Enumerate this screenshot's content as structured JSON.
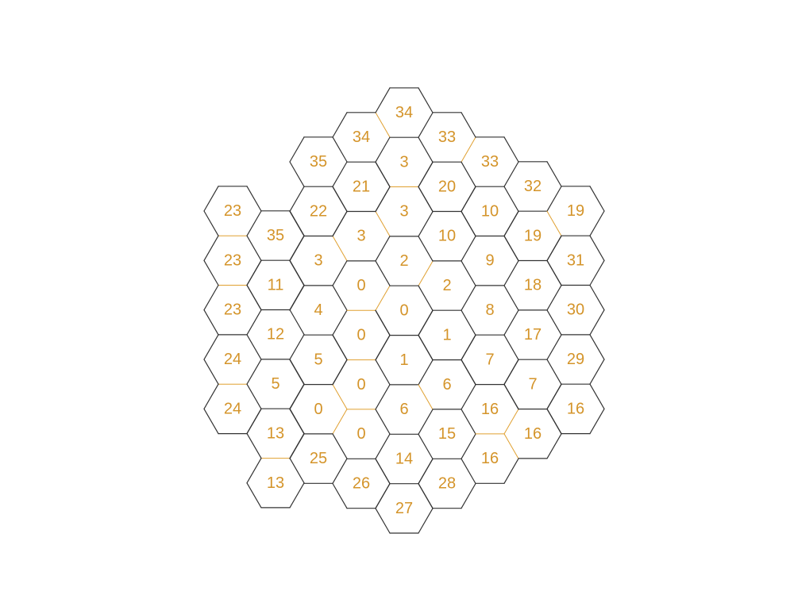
{
  "colors": {
    "outline": "#333333",
    "region": "#e0a030",
    "label": "#d4942a"
  },
  "columns": [
    [
      "23",
      "23",
      "23",
      "24",
      "24"
    ],
    [
      "35",
      "11",
      "12",
      "5",
      "13",
      "13"
    ],
    [
      "35",
      "22",
      "3",
      "4",
      "5",
      "0",
      "25"
    ],
    [
      "34",
      "21",
      "3",
      "0",
      "0",
      "0",
      "0",
      "26"
    ],
    [
      "34",
      "3",
      "3",
      "2",
      "0",
      "1",
      "6",
      "14",
      "27"
    ],
    [
      "33",
      "20",
      "10",
      "2",
      "1",
      "6",
      "15",
      "28"
    ],
    [
      "33",
      "10",
      "9",
      "8",
      "7",
      "16",
      "16"
    ],
    [
      "32",
      "19",
      "18",
      "17",
      "7",
      "16"
    ],
    [
      "19",
      "31",
      "30",
      "29",
      "16"
    ]
  ]
}
